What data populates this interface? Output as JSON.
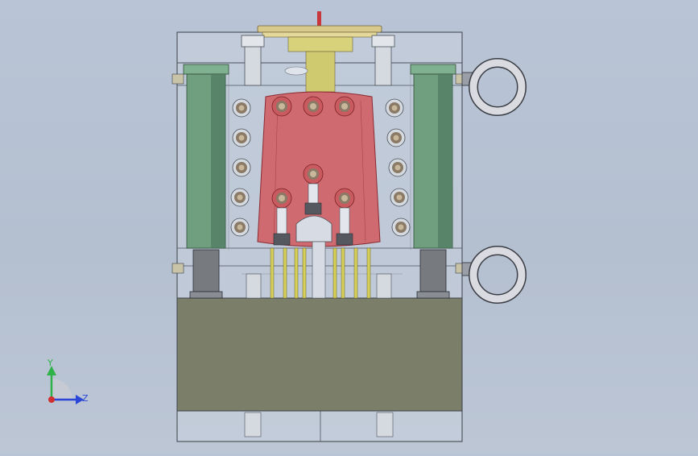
{
  "viewport": {
    "background": "#b8c3d4"
  },
  "model": {
    "colors": {
      "plate": "rgba(205,212,224,0.55)",
      "plate_edge": "#3a3f47",
      "core": "#cf6b70",
      "core_edge": "#8a2a30",
      "guide_pillar": "#6f9f7f",
      "guide_pillar_dark": "#4f7a5f",
      "clamp_block": "#7b7f6a",
      "ring": "#d9dbe0",
      "sprue_disc": "#d9c98a",
      "bolt_outer": "#8a7a66",
      "bolt_inner": "#c8b79a",
      "ejector_pin": "#d6cf58",
      "sprue_tip": "#c8373c"
    },
    "components": [
      "mold-base",
      "cavity-core",
      "guide-pillars",
      "eye-bolts",
      "sprue-bushing",
      "ejector-pins",
      "clamp-plate",
      "socket-head-screws"
    ]
  },
  "triad": {
    "axis_y_label": "Y",
    "axis_z_label": "Z",
    "y_color": "#2fb24a",
    "z_color": "#2b45d8",
    "x_color": "#d13030"
  }
}
